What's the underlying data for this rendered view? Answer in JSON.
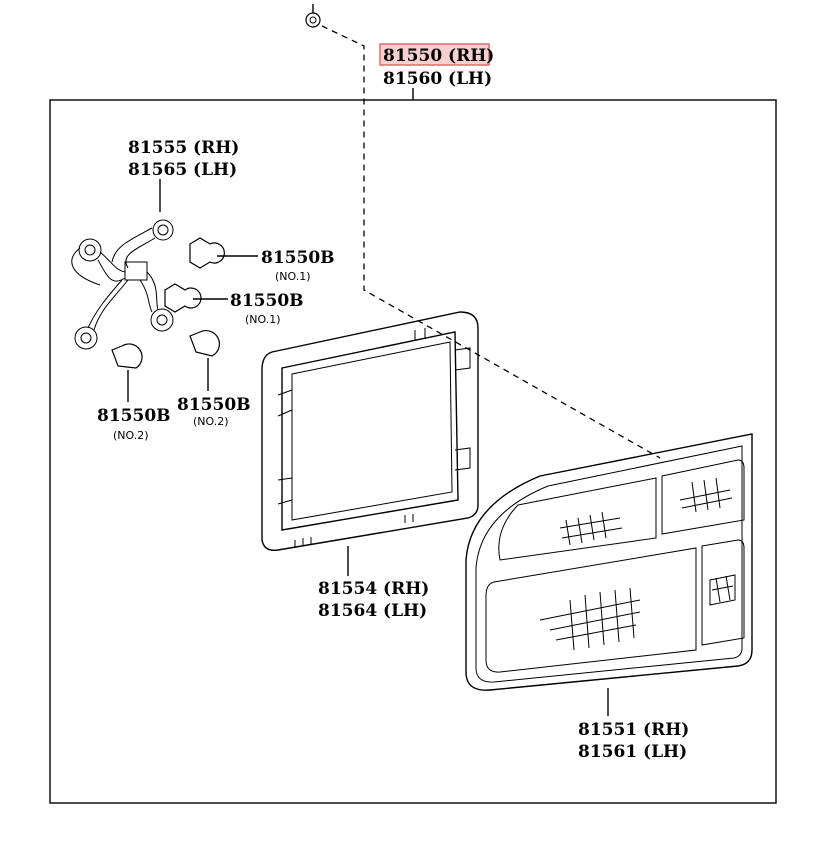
{
  "parts": {
    "main_assembly": {
      "rh": "81550 (RH)",
      "lh": "81560 (LH)",
      "highlight_color": "#e06a6a"
    },
    "socket_wire": {
      "rh": "81555 (RH)",
      "lh": "81565 (LH)"
    },
    "bulb_no1_a": {
      "code": "81550B",
      "note": "(NO.1)"
    },
    "bulb_no1_b": {
      "code": "81550B",
      "note": "(NO.1)"
    },
    "bulb_no2_a": {
      "code": "81550B",
      "note": "(NO.2)"
    },
    "bulb_no2_b": {
      "code": "81550B",
      "note": "(NO.2)"
    },
    "gasket": {
      "rh": "81554 (RH)",
      "lh": "81564 (LH)"
    },
    "lens": {
      "rh": "81551 (RH)",
      "lh": "81561 (LH)"
    }
  },
  "icons": [
    "screw-icon",
    "bulb-icon",
    "socket-icon"
  ]
}
